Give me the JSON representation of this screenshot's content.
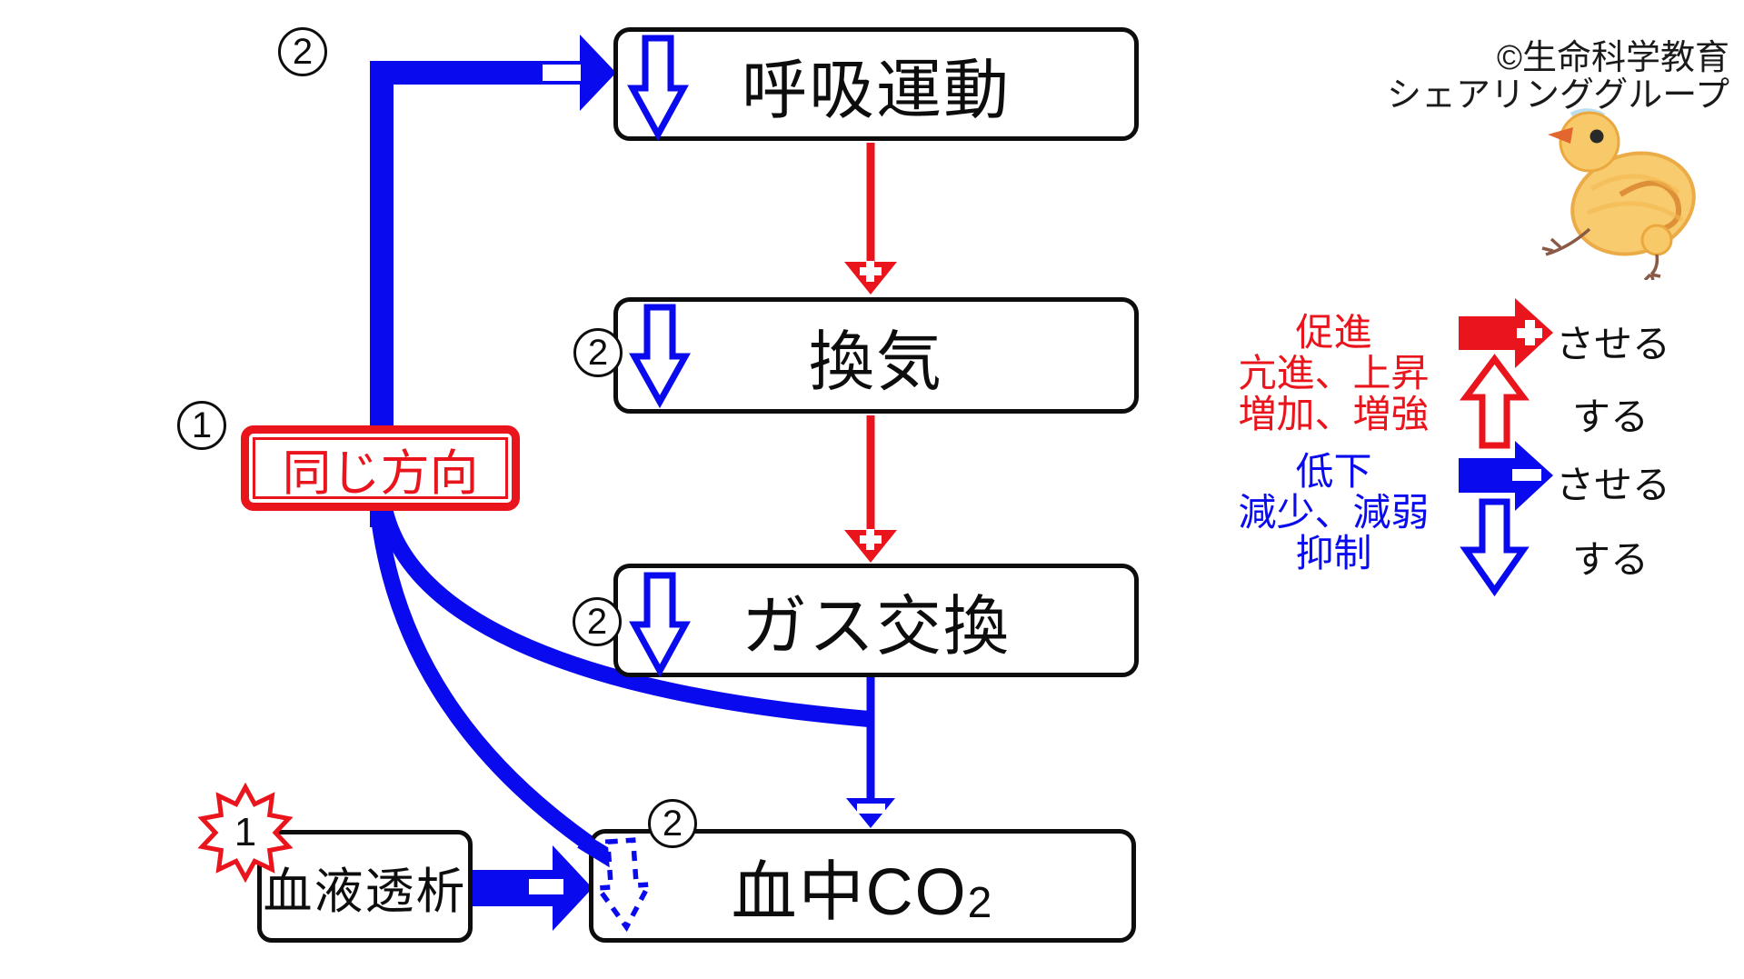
{
  "header": {
    "copyright_line1": "©生命科学教育",
    "copyright_line2": "シェアリンググループ"
  },
  "nodes": {
    "breathing": {
      "label": "呼吸運動"
    },
    "ventilation": {
      "label": "換気"
    },
    "gas_exchange": {
      "label": "ガス交換"
    },
    "blood_co2": {
      "label": "血中CO",
      "subscript": "2"
    },
    "hemodialysis": {
      "label": "血液透析"
    },
    "same_direction": {
      "label": "同じ方向"
    }
  },
  "markers": {
    "step1": "1",
    "step2": "2",
    "star": "1"
  },
  "legend": {
    "increase": {
      "line1": "促進",
      "line2": "亢進、上昇",
      "line3": "増加、増強",
      "cause": "させる",
      "become": "する"
    },
    "decrease": {
      "line1": "低下",
      "line2": "減少、減弱",
      "line3": "抑制",
      "cause": "させる",
      "become": "する"
    }
  },
  "colors": {
    "red": "#ea141c",
    "blue": "#0a0aee",
    "box_border": "#0d0d0d"
  }
}
